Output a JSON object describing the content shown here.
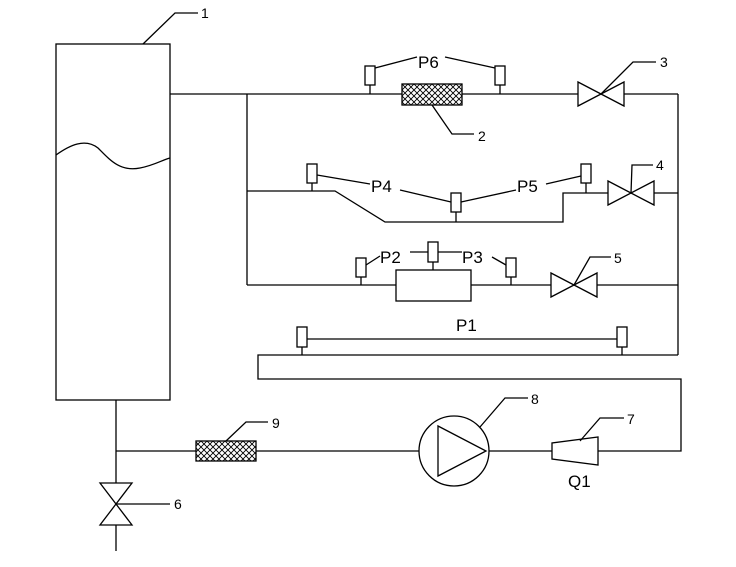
{
  "diagram": {
    "gauges": {
      "p1": "P1",
      "p2": "P2",
      "p3": "P3",
      "p4": "P4",
      "p5": "P5",
      "p6": "P6"
    },
    "flow_meter": "Q1",
    "callouts": {
      "tank": "1",
      "filter_top": "2",
      "valve_top": "3",
      "valve_mid": "4",
      "valve_low": "5",
      "drain_valve": "6",
      "flow_meter": "7",
      "pump": "8",
      "filter_suction": "9"
    },
    "colors": {
      "line": "#000000",
      "background": "#ffffff"
    }
  }
}
